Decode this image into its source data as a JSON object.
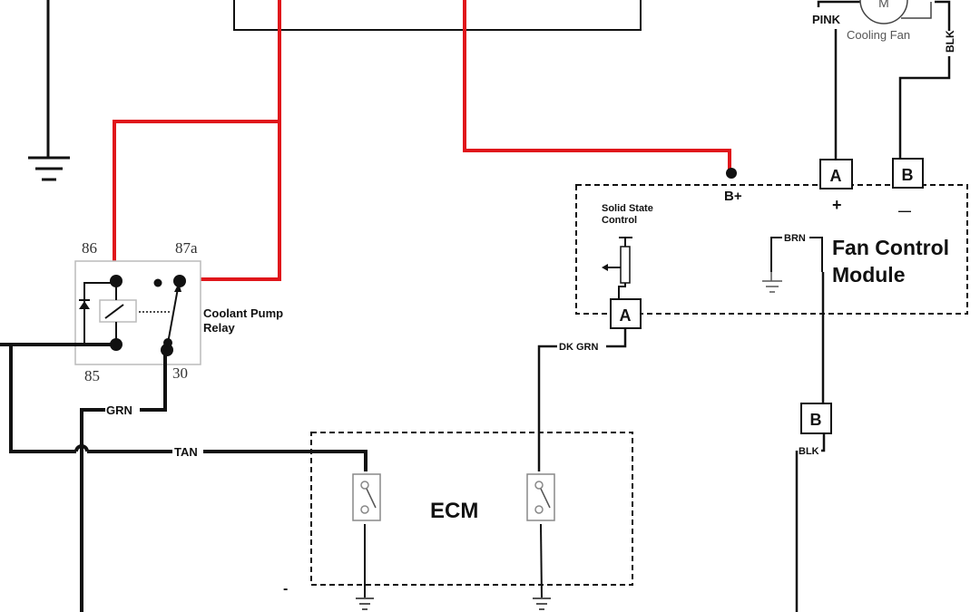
{
  "diagram": {
    "title": "Cooling Fan / Coolant Pump Relay Wiring",
    "colors": {
      "power_wire": "#e0161b",
      "wire": "#111111",
      "relay_box": "#bbbbbb",
      "background": "#ffffff"
    },
    "components": {
      "cooling_fan": {
        "label": "Cooling Fan",
        "motor_symbol": "M",
        "wire_pos": "PINK",
        "wire_neg": "BLK"
      },
      "fan_control_module": {
        "title_line1": "Fan Control",
        "title_line2": "Module",
        "b_plus_label": "B+",
        "connector_a": "A",
        "connector_b": "B",
        "plus_sign": "+",
        "minus_sign": "—",
        "solid_state_line1": "Solid State",
        "solid_state_line2": "Control",
        "input_connector": "A",
        "ground_wire": "BRN",
        "output_connector": "B",
        "output_wire": "BLK"
      },
      "relay": {
        "label_line1": "Coolant Pump",
        "label_line2": "Relay",
        "pin_86": "86",
        "pin_87a": "87a",
        "pin_85": "85",
        "pin_30": "30"
      },
      "ecm": {
        "label": "ECM"
      }
    },
    "wires": {
      "grn": "GRN",
      "tan": "TAN",
      "dk_grn": "DK GRN"
    },
    "misc": {
      "dash_mark": "-"
    }
  }
}
